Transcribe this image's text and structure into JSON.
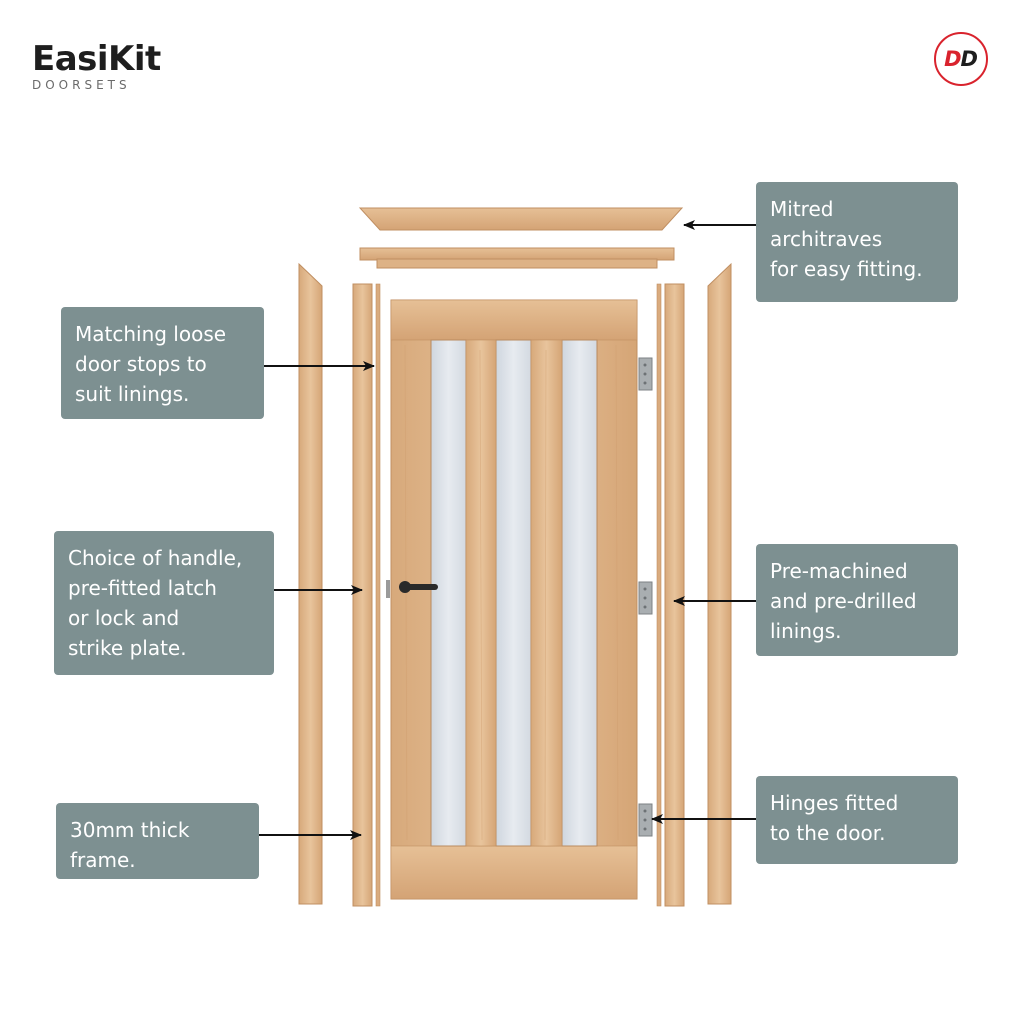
{
  "brand": {
    "name": "EasiKit",
    "tagline": "DOORSETS",
    "badge_letters": [
      "D",
      "D"
    ],
    "badge_color": "#d9232d"
  },
  "callouts": {
    "architraves": [
      "Mitred",
      "architraves",
      "for easy fitting."
    ],
    "door_stops": [
      "Matching loose",
      "door stops to",
      "suit linings."
    ],
    "handle": [
      "Choice of handle,",
      "pre-fitted latch",
      "or lock and",
      "strike plate."
    ],
    "linings": [
      "Pre-machined",
      "and pre-drilled",
      "linings."
    ],
    "frame": [
      "30mm thick",
      "frame."
    ],
    "hinges": [
      "Hinges fitted",
      "to the door."
    ]
  },
  "colors": {
    "callout_bg": "#7d9091",
    "oak": "#e2b98e",
    "oak_dark": "#c99a6c",
    "glass": "#dde3ea"
  }
}
